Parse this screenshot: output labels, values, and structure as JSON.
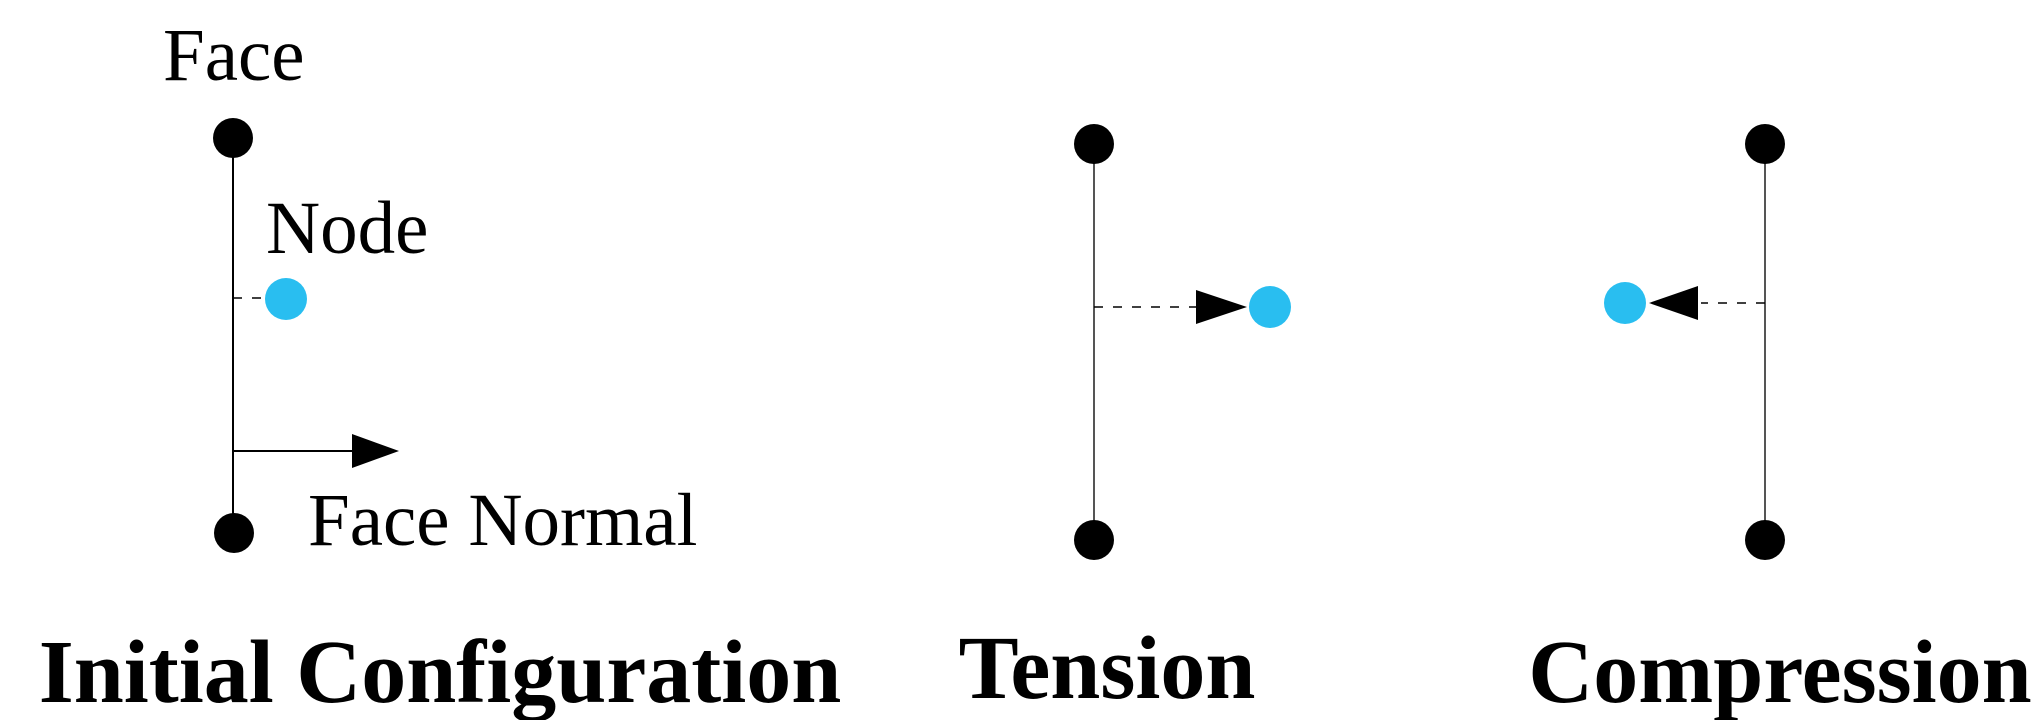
{
  "figure": {
    "background_color": "#ffffff",
    "node_color": "#29BEF0",
    "line_color": "#000000",
    "panels": [
      {
        "id": "initial-configuration",
        "title": "Initial Configuration",
        "labels": {
          "face": "Face",
          "node": "Node",
          "face_normal": "Face Normal"
        }
      },
      {
        "id": "tension",
        "title": "Tension"
      },
      {
        "id": "compression",
        "title": "Compression"
      }
    ]
  }
}
